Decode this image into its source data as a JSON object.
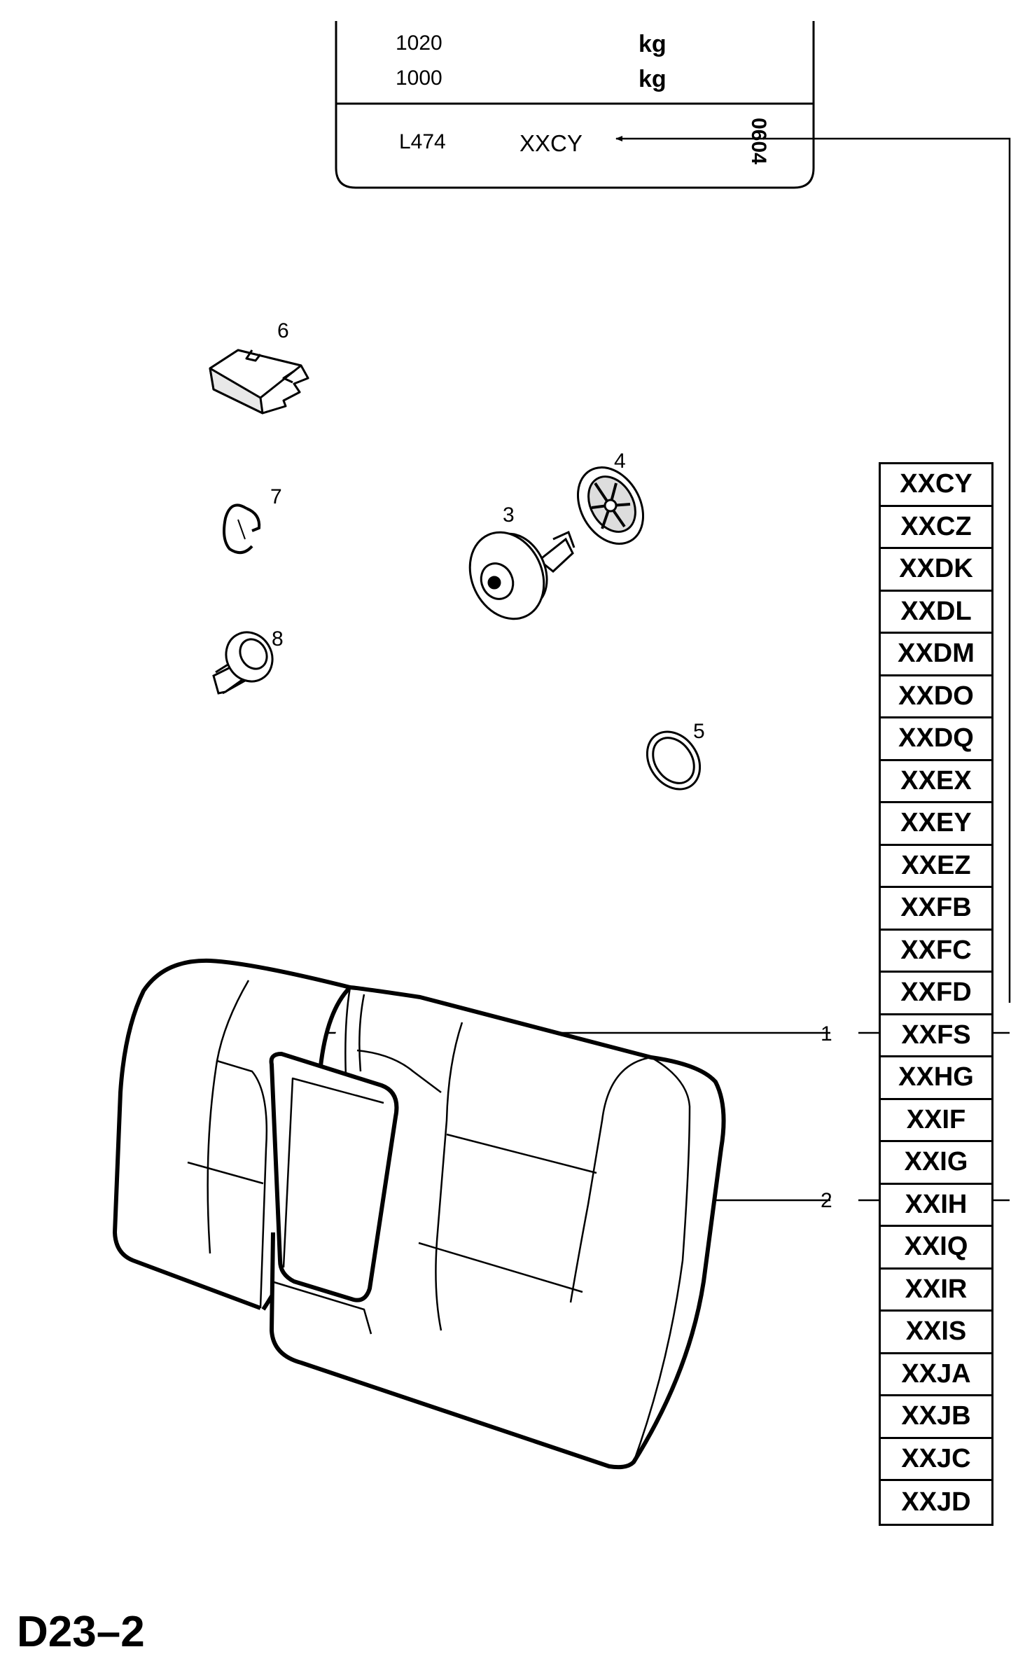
{
  "info_box": {
    "row1_value": "1020",
    "row1_unit": "kg",
    "row2_value": "1000",
    "row2_unit": "kg",
    "model": "L474",
    "code": "XXCY",
    "date": "0604"
  },
  "parts": {
    "p1": "1",
    "p2": "2",
    "p3": "3",
    "p4": "4",
    "p5": "5",
    "p6": "6",
    "p7": "7",
    "p8": "8"
  },
  "codes": [
    "XXCY",
    "XXCZ",
    "XXDK",
    "XXDL",
    "XXDM",
    "XXDO",
    "XXDQ",
    "XXEX",
    "XXEY",
    "XXEZ",
    "XXFB",
    "XXFC",
    "XXFD",
    "XXFS",
    "XXHG",
    "XXIF",
    "XXIG",
    "XXIH",
    "XXIQ",
    "XXIR",
    "XXIS",
    "XXJA",
    "XXJB",
    "XXJC",
    "XXJD"
  ],
  "diagram_id": "D23–2"
}
